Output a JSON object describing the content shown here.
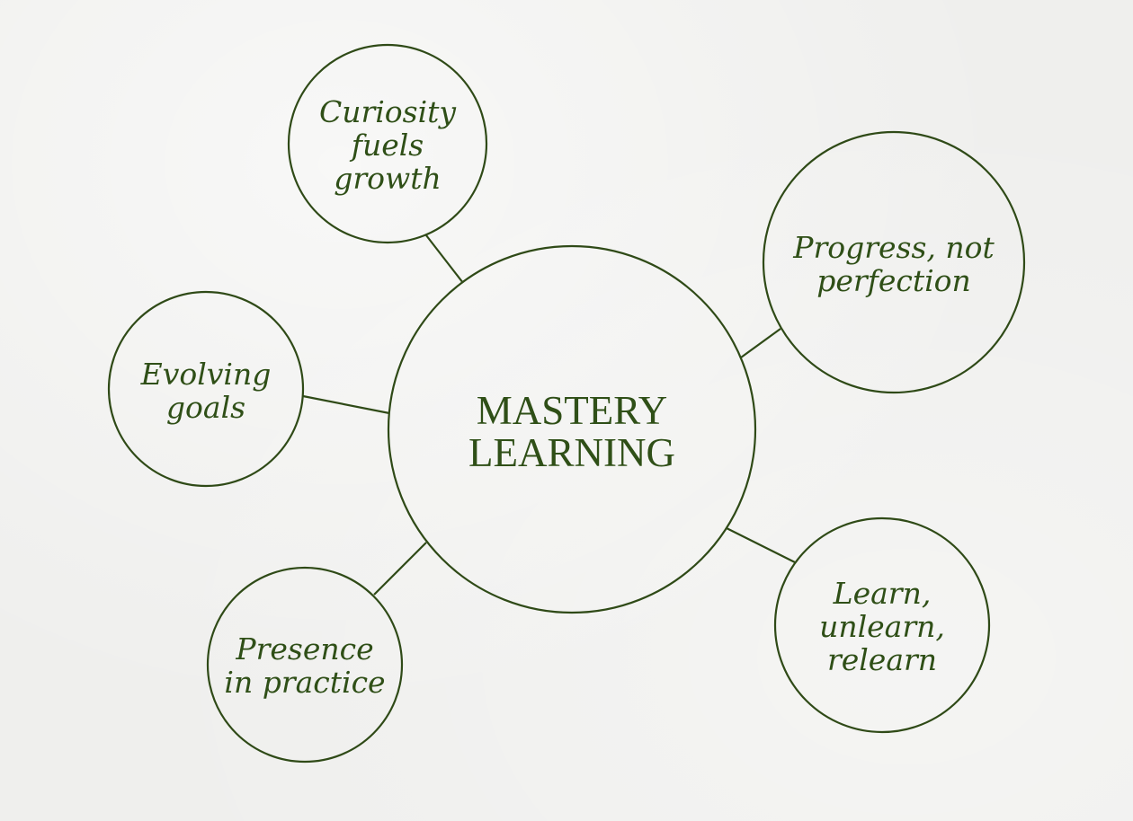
{
  "diagram": {
    "center": {
      "lines": [
        "MASTERY",
        "LEARNING"
      ]
    },
    "nodes": [
      {
        "id": "curiosity",
        "lines": [
          "Curiosity",
          "fuels",
          "growth"
        ]
      },
      {
        "id": "progress",
        "lines": [
          "Progress, not",
          "perfection"
        ]
      },
      {
        "id": "evolving",
        "lines": [
          "Evolving",
          "goals"
        ]
      },
      {
        "id": "presence",
        "lines": [
          "Presence",
          "in practice"
        ]
      },
      {
        "id": "learn",
        "lines": [
          "Learn,",
          "unlearn,",
          "relearn"
        ]
      }
    ],
    "colors": {
      "ink": "#2f4a17",
      "background": "#efefed"
    }
  }
}
